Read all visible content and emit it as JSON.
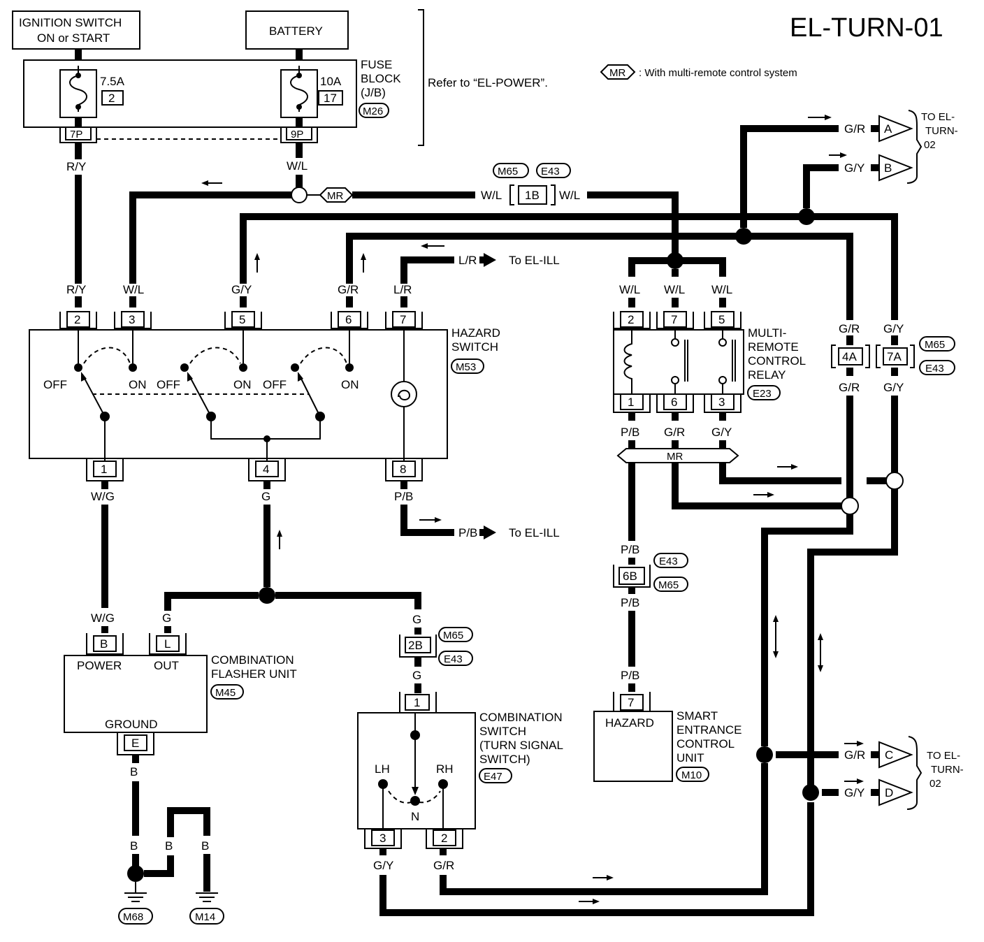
{
  "diagram_id": "EL-TURN-01",
  "legend": {
    "tag": "MR",
    "text": ": With multi-remote control system"
  },
  "refer_note": "Refer to “EL-POWER”.",
  "power": {
    "ignition_l1": "IGNITION SWITCH",
    "ignition_l2": "ON or START",
    "battery": "BATTERY"
  },
  "fuse_block": {
    "label_l1": "FUSE",
    "label_l2": "BLOCK",
    "label_l3": "(J/B)",
    "conn": "M26",
    "fuse1_rating": "7.5A",
    "fuse1_no": "2",
    "fuse1_term": "7P",
    "fuse2_rating": "10A",
    "fuse2_no": "17",
    "fuse2_term": "9P"
  },
  "hazard_switch": {
    "label_l1": "HAZARD",
    "label_l2": "SWITCH",
    "conn": "M53",
    "top_pins": [
      "2",
      "3",
      "5",
      "6",
      "7"
    ],
    "top_wires": [
      "R/Y",
      "W/L",
      "G/Y",
      "G/R",
      "L/R"
    ],
    "bottom_pins": [
      "1",
      "4",
      "8"
    ],
    "bottom_wires": [
      "W/G",
      "G",
      "P/B"
    ],
    "off": "OFF",
    "on": "ON"
  },
  "mr_relay": {
    "label_l1": "MULTI-",
    "label_l2": "REMOTE",
    "label_l3": "CONTROL",
    "label_l4": "RELAY",
    "conn": "E23",
    "top_pins": [
      "2",
      "7",
      "5"
    ],
    "top_wires": [
      "W/L",
      "W/L",
      "W/L"
    ],
    "bottom_pins": [
      "1",
      "6",
      "3"
    ],
    "bottom_wires": [
      "P/B",
      "G/R",
      "G/Y"
    ],
    "mr_bar": "MR"
  },
  "joint_1b": {
    "pin": "1B",
    "conn_a": "M65",
    "conn_b": "E43",
    "wire_l": "W/L",
    "wire_r": "W/L",
    "mr": "MR"
  },
  "joint_4a": {
    "pin": "4A",
    "wire_top": "G/R",
    "wire_bot": "G/R"
  },
  "joint_7a": {
    "pin": "7A",
    "wire_top": "G/Y",
    "wire_bot": "G/Y",
    "conn_a": "M65",
    "conn_b": "E43"
  },
  "joint_6b": {
    "pin": "6B",
    "wire_top": "P/B",
    "wire_bot": "P/B",
    "conn_a": "E43",
    "conn_b": "M65"
  },
  "joint_2b": {
    "pin": "2B",
    "wire_top": "G",
    "wire_bot": "G",
    "conn_a": "M65",
    "conn_b": "E43"
  },
  "to_ill_top": {
    "wire": "L/R",
    "text": "To EL-ILL"
  },
  "to_ill_bot": {
    "wire": "P/B",
    "text": "To EL-ILL"
  },
  "to_turn02_top": {
    "a_wire": "G/R",
    "a": "A",
    "b_wire": "G/Y",
    "b": "B",
    "l1": "TO EL-",
    "l2": "TURN-",
    "l3": "02"
  },
  "to_turn02_bot": {
    "c_wire": "G/R",
    "c": "C",
    "d_wire": "G/Y",
    "d": "D",
    "l1": "TO EL-",
    "l2": "TURN-",
    "l3": "02"
  },
  "flasher": {
    "label_l1": "COMBINATION",
    "label_l2": "FLASHER UNIT",
    "conn": "M45",
    "pin_b": "B",
    "pin_l": "L",
    "pin_e": "E",
    "power": "POWER",
    "out": "OUT",
    "ground": "GROUND",
    "wire_b": "W/G",
    "wire_l": "G",
    "wire_e": "B"
  },
  "ground": {
    "wire1": "B",
    "wire2": "B",
    "wire3": "B",
    "gnd1": "M68",
    "gnd2": "M14"
  },
  "turn_switch": {
    "label_l1": "COMBINATION",
    "label_l2": "SWITCH",
    "label_l3": "(TURN SIGNAL",
    "label_l4": "SWITCH)",
    "conn": "E47",
    "pin_top": "1",
    "pin_l": "3",
    "pin_r": "2",
    "lh": "LH",
    "rh": "RH",
    "n": "N",
    "wire_l": "G/Y",
    "wire_r": "G/R"
  },
  "smart_unit": {
    "label_l1": "SMART",
    "label_l2": "ENTRANCE",
    "label_l3": "CONTROL",
    "label_l4": "UNIT",
    "conn": "M10",
    "pin": "7",
    "inner": "HAZARD",
    "wire": "P/B"
  },
  "right_labels": {
    "gr": "G/R",
    "gy": "G/Y"
  }
}
